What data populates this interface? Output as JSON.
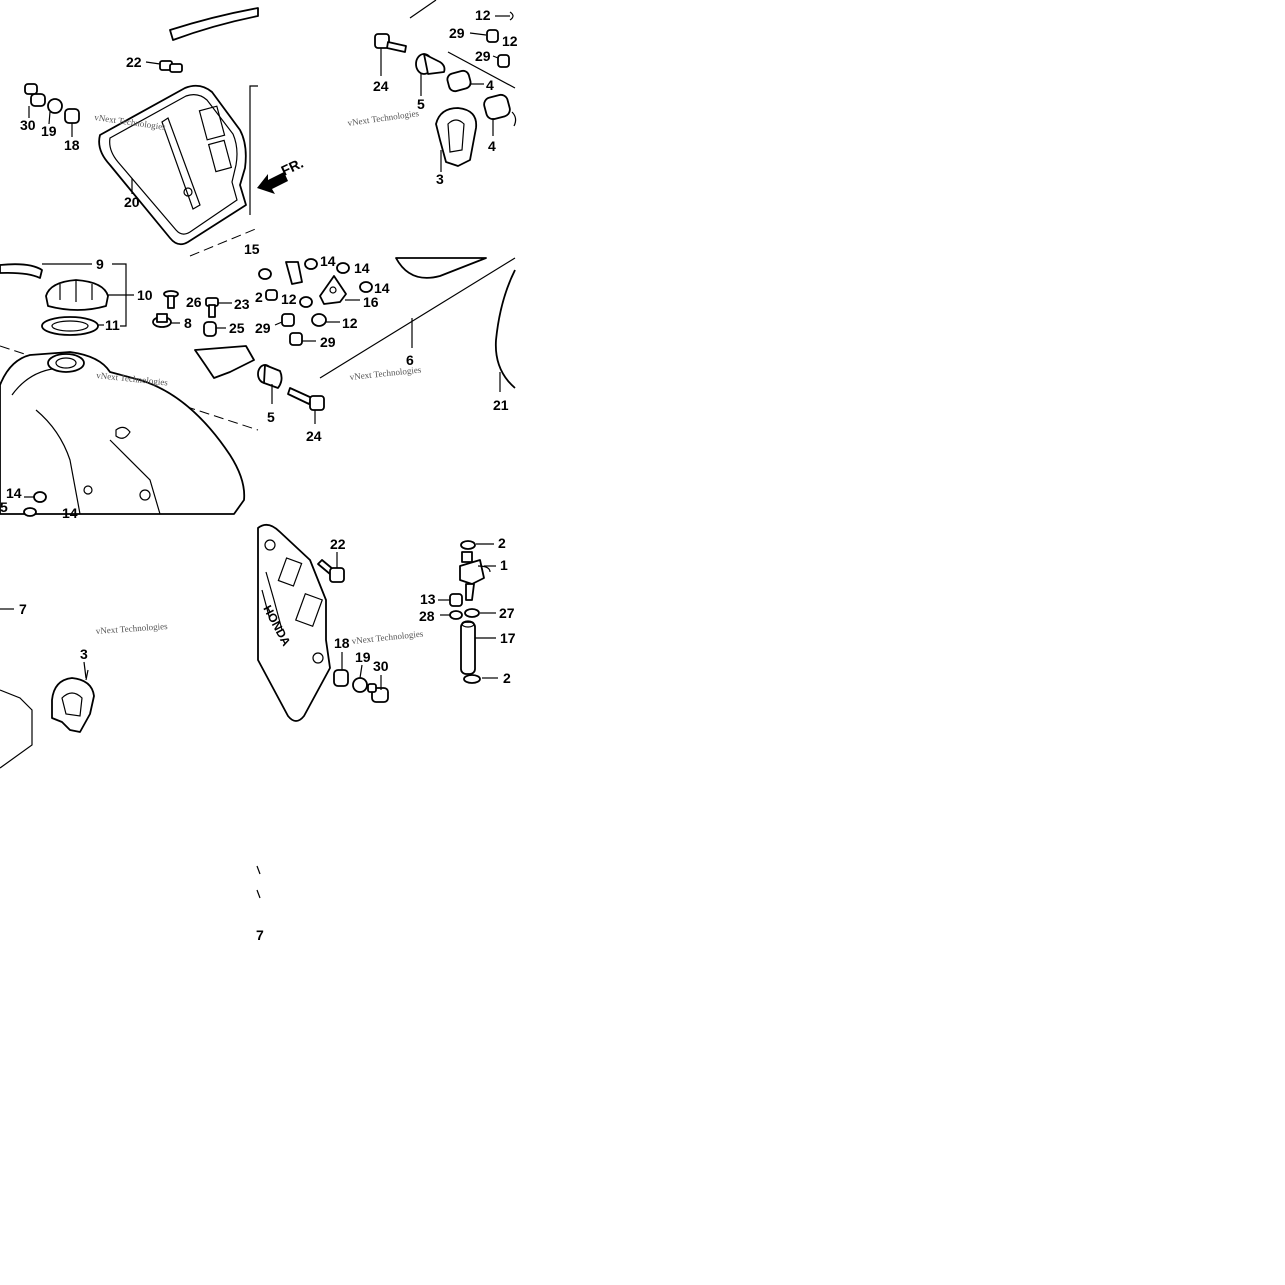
{
  "diagram": {
    "watermark": "vNext Technologies",
    "direction_label": "FR.",
    "logo_text": "HONDA",
    "tiles": {
      "top_left": {
        "labels": [
          "22",
          "30",
          "19",
          "18",
          "20"
        ]
      },
      "top_mid": {
        "labels": [
          "12",
          "29",
          "12",
          "29",
          "24",
          "5",
          "4",
          "4",
          "3"
        ]
      },
      "mid_left": {
        "labels": [
          "9",
          "10",
          "11",
          "26",
          "23",
          "8",
          "25",
          "14",
          "5",
          "14"
        ]
      },
      "mid_mid": {
        "labels": [
          "15",
          "14",
          "14",
          "2",
          "12",
          "16",
          "14",
          "29",
          "12",
          "29",
          "6",
          "5",
          "24",
          "21"
        ]
      },
      "bottom_left": {
        "labels": [
          "7",
          "3"
        ]
      },
      "bottom_mid": {
        "labels": [
          "22",
          "2",
          "1",
          "13",
          "28",
          "27",
          "17",
          "18",
          "19",
          "30",
          "2"
        ]
      },
      "stray": {
        "labels": [
          "7"
        ]
      }
    }
  }
}
